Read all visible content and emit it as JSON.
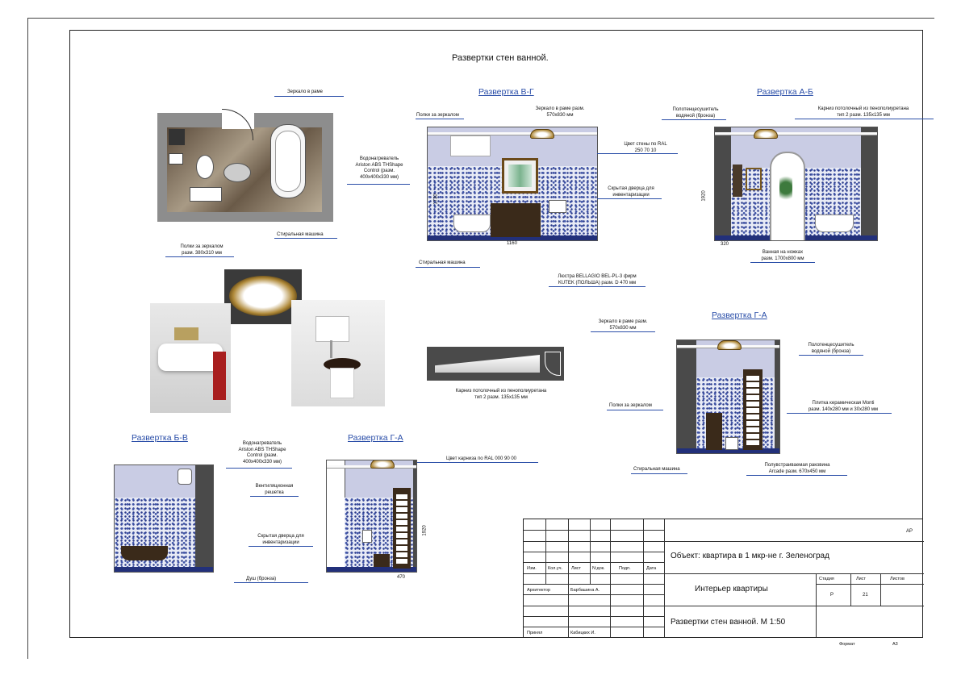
{
  "sheet": {
    "main_title": "Развертки стен ванной."
  },
  "views": {
    "vg": "Развертка В-Г",
    "ab": "Развертка А-Б",
    "ga_right": "Развертка Г-А",
    "bv": "Развертка Б-В",
    "ga_bottom": "Развертка Г-А"
  },
  "notes": {
    "mirror_frame": "Зеркало в раме",
    "water_heater_plan": "Водонагреватель\nAriston ABS THShape\nControl (разм.\n400х400х330 мм)",
    "shelf_mirror_plan": "Полки за зеркалом\nразм. 380х310 мм",
    "washer_plan": "Стиральная машина",
    "vg_shelves": "Полки за зеркалом",
    "vg_mirror": "Зеркало в раме разм.\n570х830 мм",
    "vg_wall_color": "Цвет стены по RAL\n250 70 10",
    "vg_hidden_door": "Скрытая дверца для\nинвентаризации",
    "vg_washer": "Стиральная машина",
    "ab_towel": "Полотенцесушитель\nводяной (бронза)",
    "ab_cornice": "Карниз потолочный из пенополиуретана\nтип 2 разм. 135х135 мм",
    "ab_bath": "Ванная на ножках\nразм. 1700х800 мм",
    "chandelier": "Люстра BELLAGIO BEL-PL-3 фирм\nKUTEK (ПОЛЬША) разм. D 470 мм",
    "ga_mirror": "Зеркало в раме разм.\n570х830 мм",
    "ga_towel": "Полотенцесушитель\nводяной (бронза)",
    "ga_tile": "Плитка керамическая Monti\nразм. 140х280 мм и 30х280 мм",
    "ga_shelves": "Полки за зеркалом",
    "ga_washer": "Стиральная машина",
    "ga_sink": "Полувстраиваемая раковина\nArcade разм. 670х450 мм",
    "cornice_photo": "Карниз потолочный из пенополиуретана\nтип 2 разм. 135х135 мм",
    "bv_heater": "Водонагреватель\nAriston ABS THShape\nControl (разм.\n400х400х330 мм)",
    "vent": "Вентиляционная\nрешетка",
    "hidden_door2": "Скрытая дверца для\nинвентаризации",
    "shower": "Душ (бронза)",
    "cornice_color": "Цвет карниза по RAL 000 90 00"
  },
  "dims": {
    "vg_height": "1730",
    "vg_width": "1160",
    "ab_height": "1920",
    "ab_width": "320",
    "ga_height": "1920",
    "ga_width": "470"
  },
  "titleblock": {
    "code": "АР",
    "object": "Объект: квартира в 1 мкр-не  г. Зеленоград",
    "project": "Интерьер квартиры",
    "sheet_title": "Развертки стен ванной. М 1:50",
    "h_izm": "Изм.",
    "h_koluch": "Кол.уч.",
    "h_list": "Лист",
    "h_ndok": "N:док.",
    "h_podp": "Подп.",
    "h_data": "Дата",
    "role1": "Архитектор",
    "name1": "Барбашина А.",
    "role2": "Принял",
    "name2": "Кабицких И.",
    "stage_h": "Стадия",
    "list_h": "Лист",
    "lists_h": "Листов",
    "stage": "Р",
    "list": "21",
    "format_h": "Формат",
    "format": "А3"
  },
  "colors": {
    "accent": "#2a4ea8",
    "wall": "#c9cce4",
    "tile": "#3f54a8",
    "floor": "#22307a"
  }
}
